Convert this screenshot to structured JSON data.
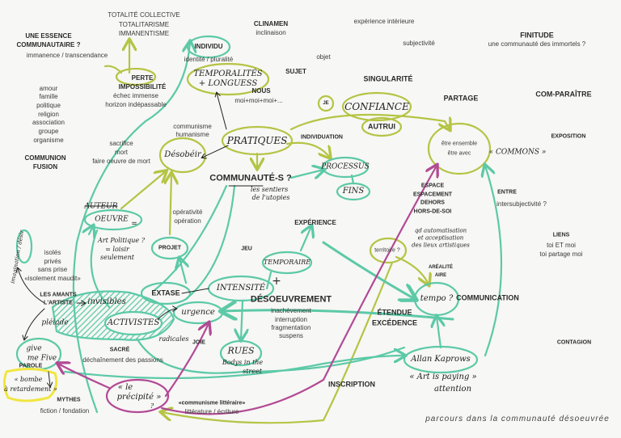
{
  "title": "parcours dans la communauté désoeuvrée",
  "colors": {
    "teal": "#5cc9a7",
    "olive": "#b5c444",
    "magenta": "#b24a94",
    "yellow": "#f0e640",
    "ink": "#333333"
  },
  "printed": {
    "totalite": [
      "TOTALITÉ COLLECTIVE",
      "TOTALITARISME",
      "IMMANENTISME"
    ],
    "essence": [
      "UNE ESSENCE",
      "COMMUNAUTAIRE ?",
      "immanence / transcendance"
    ],
    "clinamen": [
      "CLINAMEN",
      "inclinaison"
    ],
    "experience_interieure": "expérience intérieure",
    "subjectivite": "subjectivité",
    "objet": "objet",
    "finitude": [
      "FINITUDE",
      "une communauté des immortels ?"
    ],
    "individu": [
      "INDIVIDU",
      "identité / pluralité"
    ],
    "sujet": "SUJET",
    "perte": [
      "PERTE",
      "IMPOSSIBILITÉ",
      "échec immense",
      "horizon indépassable"
    ],
    "groups": [
      "amour",
      "famille",
      "politique",
      "religion",
      "association",
      "groupe",
      "organisme"
    ],
    "nous": [
      "NOUS",
      "moi+moi+moi+..."
    ],
    "singularite": "SINGULARITÉ",
    "partage": "PARTAGE",
    "comparaitre": "COM-PARAÎTRE",
    "je": "JE",
    "autrui": "AUTRUI",
    "communisme": [
      "communisme",
      "humanisme"
    ],
    "individuation": "INDIVIDUATION",
    "exposition": "EXPOSITION",
    "sacrifice": [
      "sacrifice",
      "mort",
      "faire oeuvre de mort"
    ],
    "communion": [
      "COMMUNION",
      "FUSION"
    ],
    "etre": [
      "être ensemble",
      "être avec"
    ],
    "communautes": "COMMUNAUTÉ-S ?",
    "espace": [
      "ESPACE",
      "ESPACEMENT",
      "DEHORS",
      "HORS-DE-SOI"
    ],
    "entre": [
      "ENTRE",
      "intersubjectivité ?"
    ],
    "operativite": [
      "opérativité",
      "opération"
    ],
    "experience": "EXPÉRIENCE",
    "liens": [
      "LIENS",
      "toi ET moi",
      "toi partage moi"
    ],
    "isoles": [
      "isolés",
      "privés",
      "sans prise",
      "«isolement maudit»"
    ],
    "jeu": "JEU",
    "projet": "PROJET",
    "arealite": [
      "ARÉALITÉ",
      "AIRE"
    ],
    "amants": [
      "LES AMANTS",
      "L'ARTISTE"
    ],
    "extase": "EXTASE",
    "desoeuvrement": [
      "DÉSOEUVREMENT",
      "inachèvement",
      "interruption",
      "fragmentation",
      "suspens"
    ],
    "communication": "COMMUNICATION",
    "etendue": [
      "ÉTENDUE",
      "EXCÉDENCE"
    ],
    "joie": "JOIE",
    "sacre": [
      "SACRÉ",
      "déchaînement des passions"
    ],
    "parole": "PAROLE",
    "contagion": "CONTAGION",
    "inscription": "INSCRIPTION",
    "mythes": [
      "MYTHES",
      "fiction / fondation"
    ],
    "litteraire": [
      "«communisme littéraire»",
      "littérature / écriture"
    ],
    "territoire": "territoire ?"
  },
  "handwritten": {
    "temporalites": [
      "TEMPORALITÉS",
      "+ LONGUESS"
    ],
    "pratiques": "PRATIQUES",
    "confiance": "CONFIANCE",
    "desobeir": "Désobéir",
    "processus": "PROCESSUS",
    "fins": "FINS",
    "commons": "« COMMONS »",
    "sentiers": [
      "les sentiers",
      "de l'utopies"
    ],
    "auteur": "AUTEUR",
    "oeuvre": "OEUVRE",
    "art_politique": [
      "Art Politique ?",
      "= loisir",
      "seulement"
    ],
    "imagination": "imagination / désir",
    "temporaire": "TEMPORAIRE",
    "intensite": "INTENSITÉ",
    "plus": "+",
    "invisibles": "invisibles",
    "activistes": "ACTIVISTES",
    "urgence": "urgence",
    "radicales": "radicales",
    "pleiade": "pléiade",
    "give_me_five": [
      "give",
      "me Five"
    ],
    "bombe": [
      "« bombe",
      "à retardement »"
    ],
    "precipite": [
      "« le",
      "précipité »",
      "?"
    ],
    "rues": [
      "RUES",
      "Bodys in the",
      "street"
    ],
    "kaprow": [
      "Allan Kaprows",
      "« Art is paying »",
      "attention"
    ],
    "tempo": "tempo ?",
    "automatisation": [
      "qd automatisation",
      "et acceptisation",
      "des lieux artistiques"
    ],
    "egal": "="
  }
}
